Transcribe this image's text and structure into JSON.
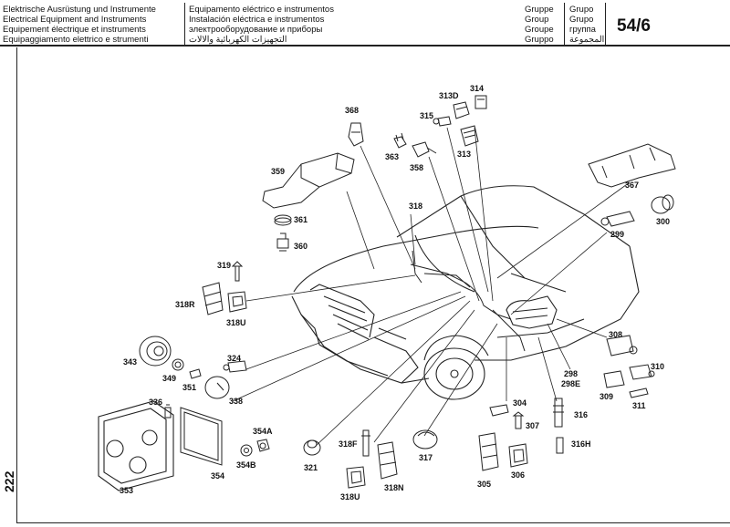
{
  "header": {
    "col1": [
      "Elektrische Ausrüstung und Instrumente",
      "Electrical Equipment and Instruments",
      "Equipement électrique et instruments",
      "Equipaggiamento elettrico e strumenti"
    ],
    "col2": [
      "Equipamento eléctrico e instrumentos",
      "Instalación eléctrica e instrumentos",
      "электрооборудование и приборы",
      "التجهيزات الكهربائية والالات"
    ],
    "group_col1": [
      "Gruppe",
      "Group",
      "Groupe",
      "Gruppo"
    ],
    "group_col2": [
      "Grupo",
      "Grupo",
      "группа",
      "المجموعة"
    ],
    "group_number": "54/6"
  },
  "page_number": "222",
  "parts": [
    {
      "id": "p368",
      "label": "368"
    },
    {
      "id": "p363",
      "label": "363"
    },
    {
      "id": "p358",
      "label": "358"
    },
    {
      "id": "p315",
      "label": "315"
    },
    {
      "id": "p313D",
      "label": "313D"
    },
    {
      "id": "p314",
      "label": "314"
    },
    {
      "id": "p313",
      "label": "313"
    },
    {
      "id": "p359",
      "label": "359"
    },
    {
      "id": "p361",
      "label": "361"
    },
    {
      "id": "p360",
      "label": "360"
    },
    {
      "id": "p318",
      "label": "318"
    },
    {
      "id": "p367",
      "label": "367"
    },
    {
      "id": "p300",
      "label": "300"
    },
    {
      "id": "p299",
      "label": "299"
    },
    {
      "id": "p319",
      "label": "319"
    },
    {
      "id": "p318R",
      "label": "318R"
    },
    {
      "id": "p318U",
      "label": "318U"
    },
    {
      "id": "p343",
      "label": "343"
    },
    {
      "id": "p349",
      "label": "349"
    },
    {
      "id": "p351",
      "label": "351"
    },
    {
      "id": "p324",
      "label": "324"
    },
    {
      "id": "p338",
      "label": "338"
    },
    {
      "id": "p308",
      "label": "308"
    },
    {
      "id": "p310",
      "label": "310"
    },
    {
      "id": "p309",
      "label": "309"
    },
    {
      "id": "p311",
      "label": "311"
    },
    {
      "id": "p298",
      "label": "298"
    },
    {
      "id": "p298E",
      "label": "298E"
    },
    {
      "id": "p336",
      "label": "336"
    },
    {
      "id": "p304",
      "label": "304"
    },
    {
      "id": "p316",
      "label": "316"
    },
    {
      "id": "p307",
      "label": "307"
    },
    {
      "id": "p354A",
      "label": "354A"
    },
    {
      "id": "p318F",
      "label": "318F"
    },
    {
      "id": "p316H",
      "label": "316H"
    },
    {
      "id": "p354B",
      "label": "354B"
    },
    {
      "id": "p354",
      "label": "354"
    },
    {
      "id": "p321",
      "label": "321"
    },
    {
      "id": "p317",
      "label": "317"
    },
    {
      "id": "p305",
      "label": "305"
    },
    {
      "id": "p306",
      "label": "306"
    },
    {
      "id": "p353",
      "label": "353"
    },
    {
      "id": "p318U2",
      "label": "318U"
    },
    {
      "id": "p318N",
      "label": "318N"
    }
  ]
}
